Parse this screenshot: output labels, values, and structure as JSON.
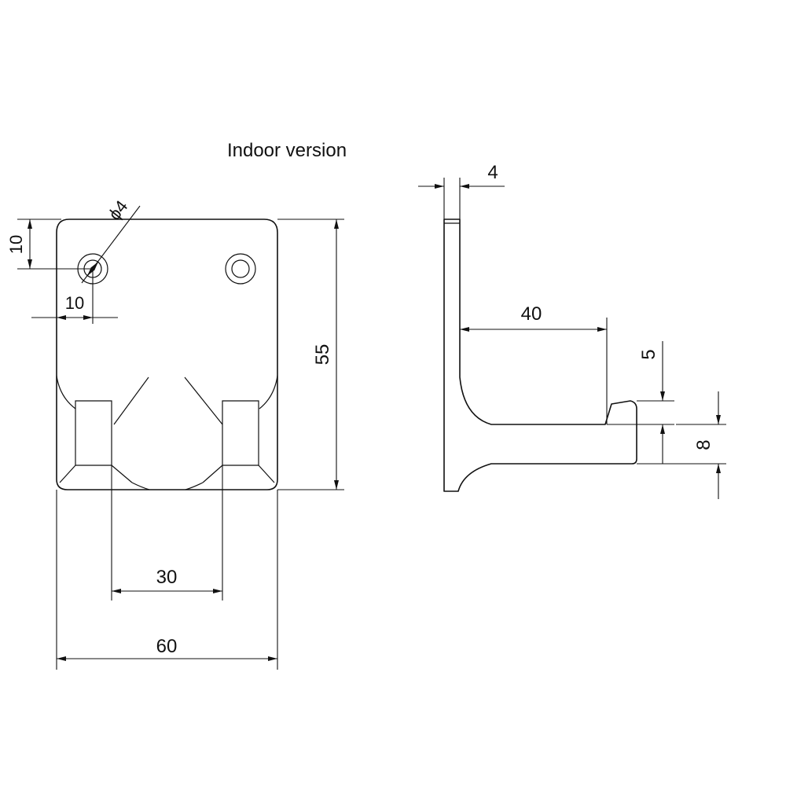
{
  "title": "Indoor version",
  "front_view": {
    "hole_diameter_label": "ϕ4",
    "hole_edge_offset_top": "10",
    "hole_edge_offset_side": "10",
    "height": "55",
    "hook_spacing": "30",
    "width": "60"
  },
  "side_view": {
    "plate_thickness": "4",
    "projection": "40",
    "tip_height": "5",
    "arm_thickness": "8"
  },
  "colors": {
    "line": "#111111",
    "background": "#ffffff"
  }
}
